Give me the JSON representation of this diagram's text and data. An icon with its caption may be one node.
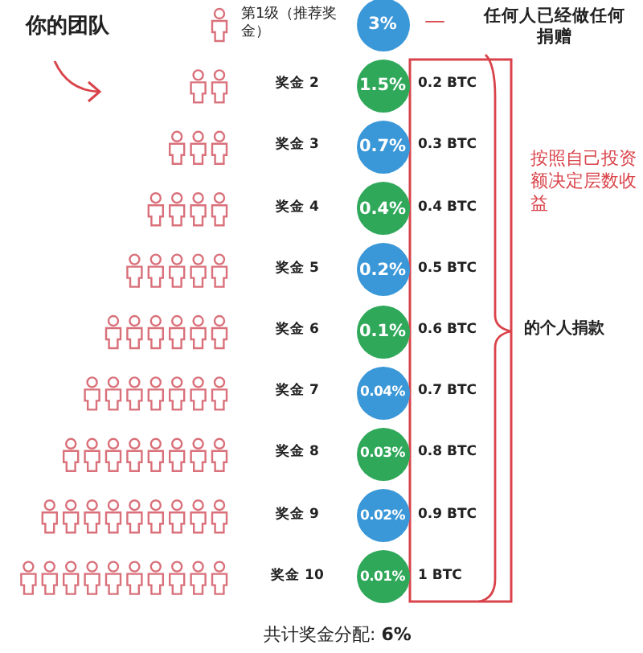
{
  "diagram": {
    "nodes": [
      {
        "text": [
          "3%"
        ]
      },
      {
        "text": [
          "1.5%"
        ]
      },
      {
        "text": [
          "0.7%"
        ]
      },
      {
        "text": [
          "0.4%"
        ]
      },
      {
        "text": [
          "0.2%"
        ]
      },
      {
        "text": [
          "0.1%"
        ]
      },
      {
        "text": [
          "0.04%"
        ]
      },
      {
        "text": [
          "0.03%"
        ]
      },
      {
        "text": [
          "0.02%"
        ]
      },
      {
        "text": [
          "0.01%"
        ]
      }
    ],
    "labels": [
      "你的团队",
      "第1级（推荐奖金）",
      "—",
      "任何人已经做任何捐赠",
      "奖金 2",
      "0.2 BTC",
      "奖金 3",
      "0.3 BTC",
      "奖金 4",
      "0.4 BTC",
      "奖金 5",
      "0.5 BTC",
      "奖金 6",
      "0.6 BTC",
      "奖金 7",
      "0.7 BTC",
      "奖金 8",
      "0.8 BTC",
      "奖金 9",
      "0.9 BTC",
      "奖金 10",
      "1 BTC",
      "按照自己投资额决定层数收益",
      "的个人捐款",
      "共计奖金分配: **6%**"
    ]
  }
}
